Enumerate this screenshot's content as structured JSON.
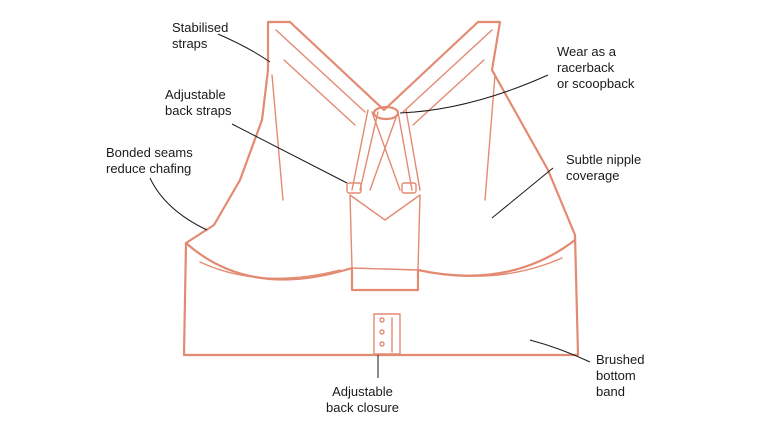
{
  "callouts": {
    "stabilised_straps": [
      "Stabilised",
      "straps"
    ],
    "adjustable_back_straps": [
      "Adjustable",
      "back straps"
    ],
    "bonded_seams": [
      "Bonded seams",
      "reduce chafing"
    ],
    "wear_as": [
      "Wear as a",
      "racerback",
      "or scoopback"
    ],
    "subtle_nipple": [
      "Subtle nipple",
      "coverage"
    ],
    "brushed_band": [
      "Brushed",
      "bottom",
      "band"
    ],
    "back_closure": [
      "Adjustable",
      "back closure"
    ]
  },
  "colors": {
    "outline": "#e38a72",
    "leader": "#1a1a1a"
  }
}
